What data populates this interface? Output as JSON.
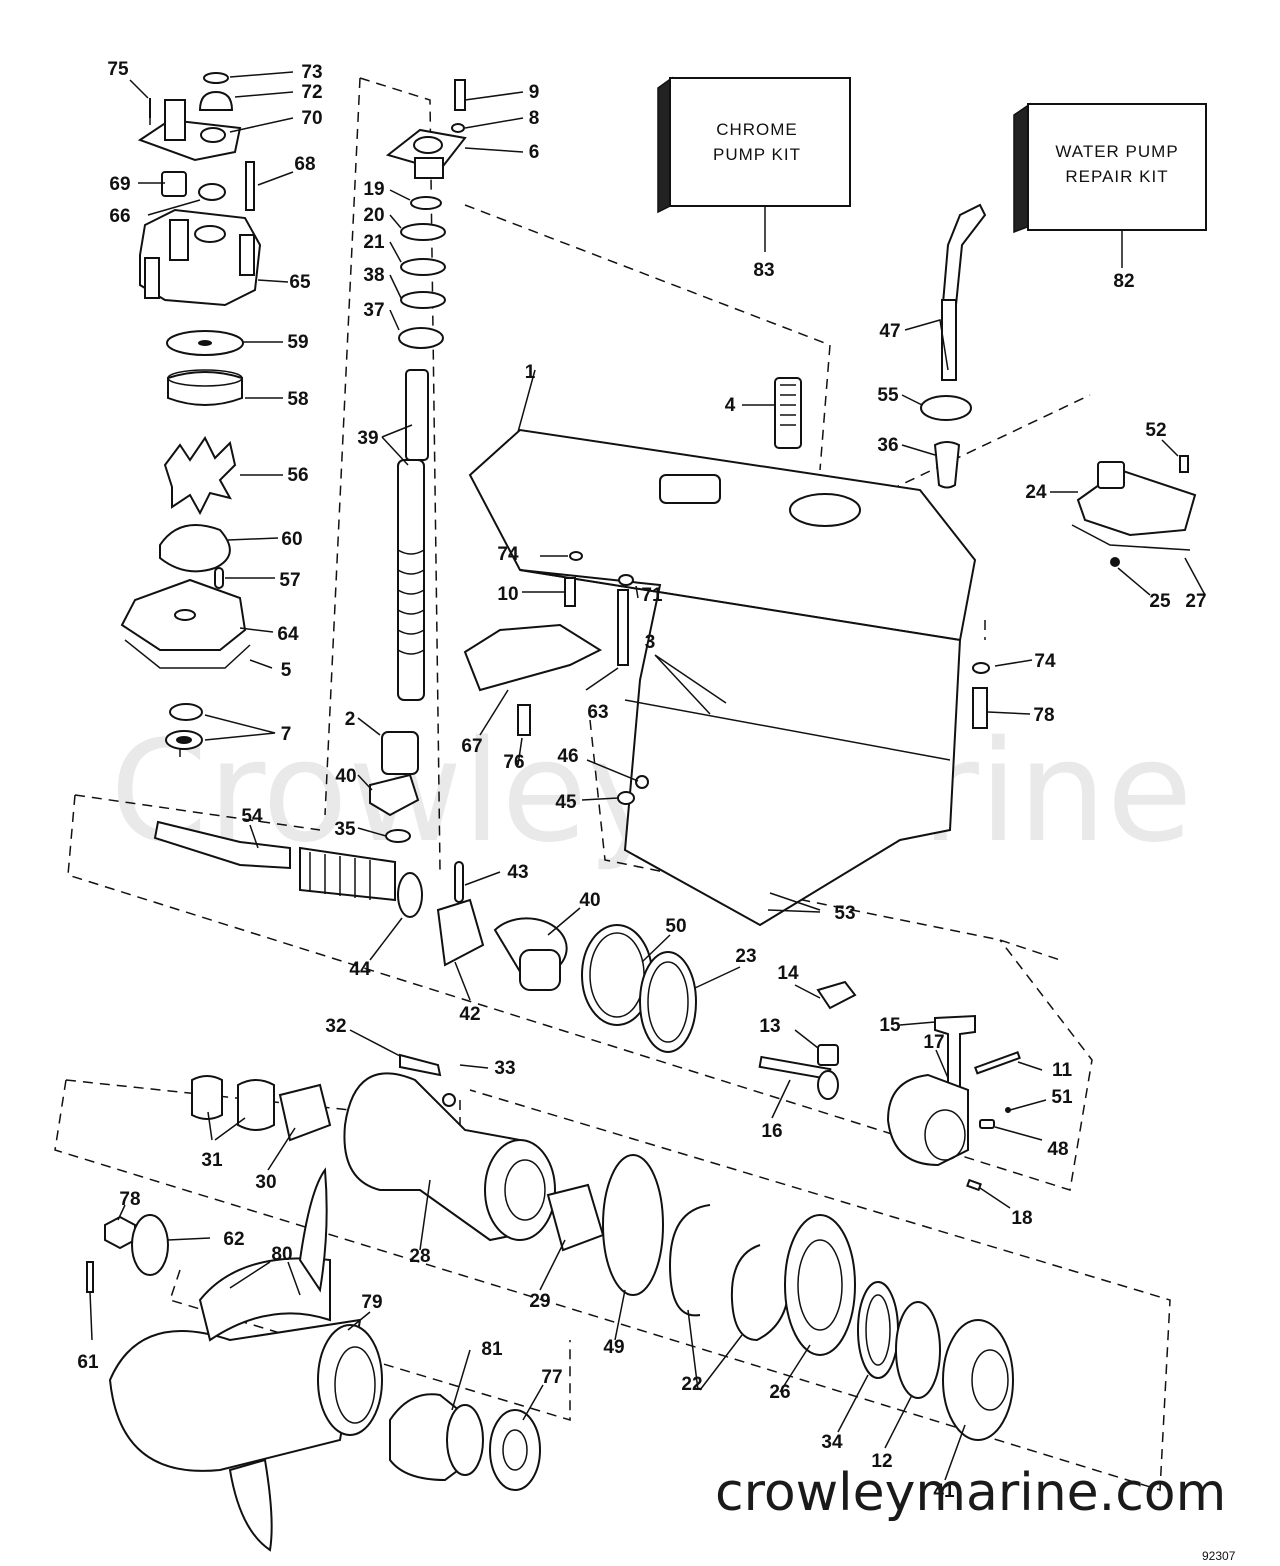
{
  "watermark": "Crowley Marine",
  "footer_url": "crowleymarine.com",
  "figure_number": "92307",
  "kits": {
    "chrome": {
      "line1": "CHROME",
      "line2": "PUMP KIT",
      "number": "83"
    },
    "water": {
      "line1": "WATER PUMP",
      "line2": "REPAIR KIT",
      "number": "82"
    }
  },
  "part_numbers": [
    "75",
    "73",
    "72",
    "70",
    "69",
    "68",
    "66",
    "65",
    "59",
    "58",
    "56",
    "60",
    "57",
    "64",
    "5",
    "7",
    "9",
    "8",
    "6",
    "19",
    "20",
    "21",
    "38",
    "37",
    "39",
    "2",
    "40",
    "35",
    "1",
    "4",
    "47",
    "55",
    "36",
    "52",
    "24",
    "25",
    "27",
    "74",
    "10",
    "71",
    "3",
    "63",
    "67",
    "76",
    "46",
    "45",
    "74",
    "78",
    "53",
    "54",
    "43",
    "44",
    "42",
    "40",
    "50",
    "23",
    "14",
    "13",
    "15",
    "17",
    "11",
    "51",
    "48",
    "16",
    "18",
    "32",
    "33",
    "31",
    "30",
    "28",
    "29",
    "49",
    "22",
    "26",
    "34",
    "12",
    "41",
    "78",
    "62",
    "80",
    "79",
    "81",
    "77",
    "61"
  ]
}
